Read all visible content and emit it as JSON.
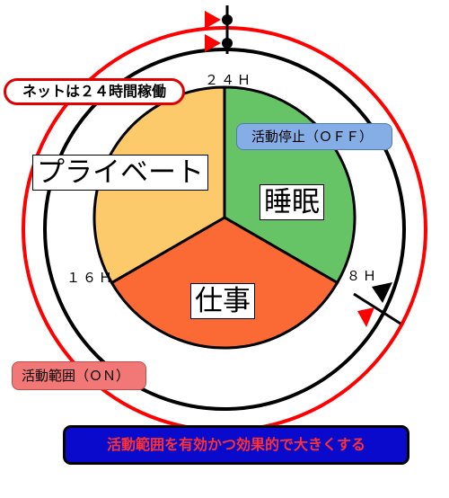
{
  "diagram": {
    "time_labels": {
      "top": "２４Ｈ",
      "right": "８Ｈ",
      "left": "１６Ｈ"
    },
    "segments": [
      {
        "label": "睡眠",
        "color": "#66c466"
      },
      {
        "label": "仕事",
        "color": "#fb6a34"
      },
      {
        "label": "プライベート",
        "color": "#fcc96b"
      }
    ],
    "callouts": {
      "net": "ネットは２４時間稼働",
      "off": "活動停止（ＯＦＦ）",
      "on": "活動範囲（ＯＮ）"
    },
    "footer": "活動範囲を有効かつ効果的で大きくする",
    "colors": {
      "ring_outer": "#ff0000",
      "ring_inner": "#000000",
      "off_box": "#86aee6",
      "on_box": "#f27878",
      "footer_bg": "#0a0acc",
      "footer_text": "#ff3030"
    }
  }
}
